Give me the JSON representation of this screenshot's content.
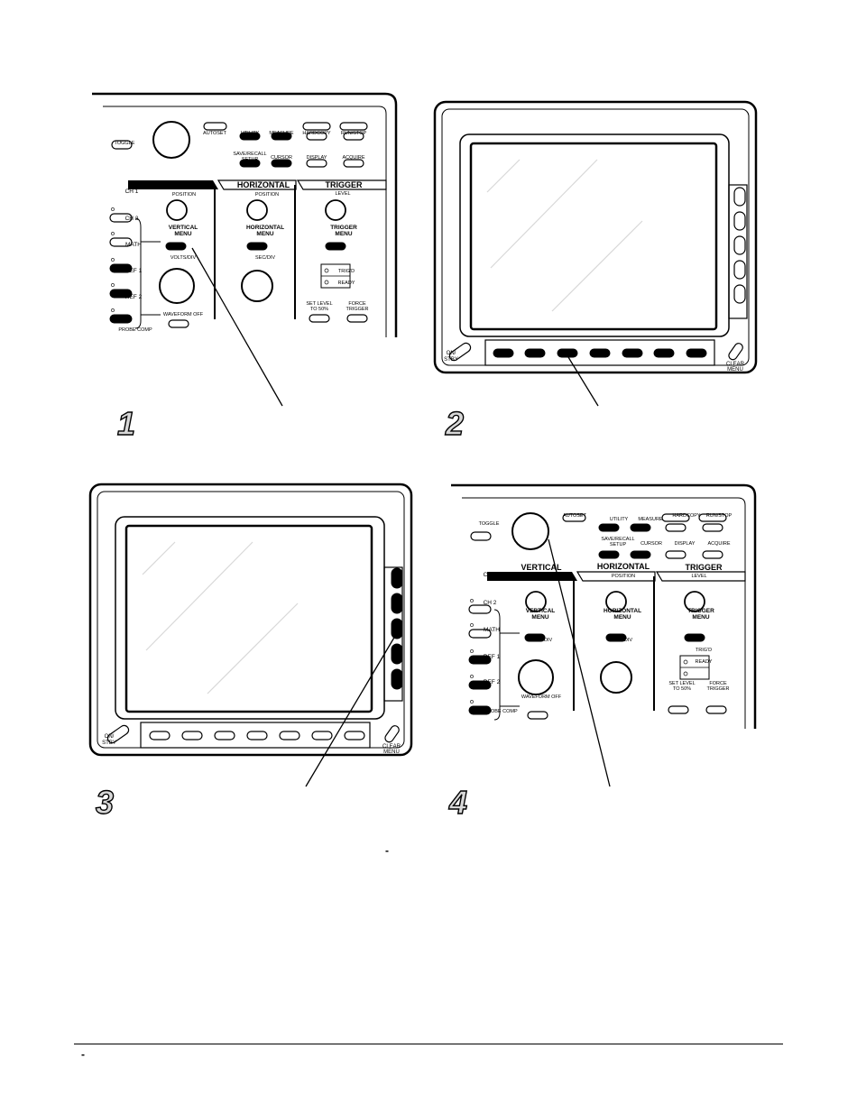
{
  "steps": [
    {
      "number": "1"
    },
    {
      "number": "2"
    },
    {
      "number": "3"
    },
    {
      "number": "4"
    }
  ],
  "front_panel": {
    "toggle": "TOGGLE",
    "top_buttons": [
      {
        "label": "AUTOSET"
      },
      {
        "label": "UTILITY"
      },
      {
        "label": "MEASURE"
      },
      {
        "label": "HARDCOPY"
      },
      {
        "label": "RUN/STOP"
      }
    ],
    "second_row": [
      {
        "label": "SAVE/RECALL",
        "label2": "SETUP"
      },
      {
        "label": "CURSOR",
        "label2": ""
      },
      {
        "label": "DISPLAY",
        "label2": ""
      },
      {
        "label": "ACQUIRE",
        "label2": ""
      }
    ],
    "sections": {
      "vertical": "VERTICAL",
      "horizontal": "HORIZONTAL",
      "trigger": "TRIGGER"
    },
    "channels": [
      {
        "label": "CH 1"
      },
      {
        "label": "CH 2"
      },
      {
        "label": "MATH"
      },
      {
        "label": "REF 1"
      },
      {
        "label": "REF 2"
      }
    ],
    "vertical": {
      "position": "POSITION",
      "menu": "VERTICAL",
      "menu2": "MENU",
      "volts_div": "VOLTS/DIV",
      "waveform_off": "WAVEFORM OFF",
      "probe_comp": "PROBE COMP"
    },
    "horizontal": {
      "position": "POSITION",
      "menu": "HORIZONTAL",
      "menu2": "MENU",
      "sec_div": "SEC/DIV"
    },
    "trigger": {
      "level": "LEVEL",
      "menu": "TRIGGER",
      "menu2": "MENU",
      "trigd": "TRIG'D",
      "ready": "READY",
      "set_level": "SET LEVEL",
      "set_level2": "TO 50%",
      "force": "FORCE",
      "force2": "TRIGGER"
    }
  },
  "display_unit": {
    "on_stby": "ON/",
    "on_stby2": "STBY",
    "clear_menu": "CLEAR",
    "clear_menu2": "MENU"
  },
  "page_marks": {
    "mid_dash": "-",
    "footer_dash": "-"
  }
}
